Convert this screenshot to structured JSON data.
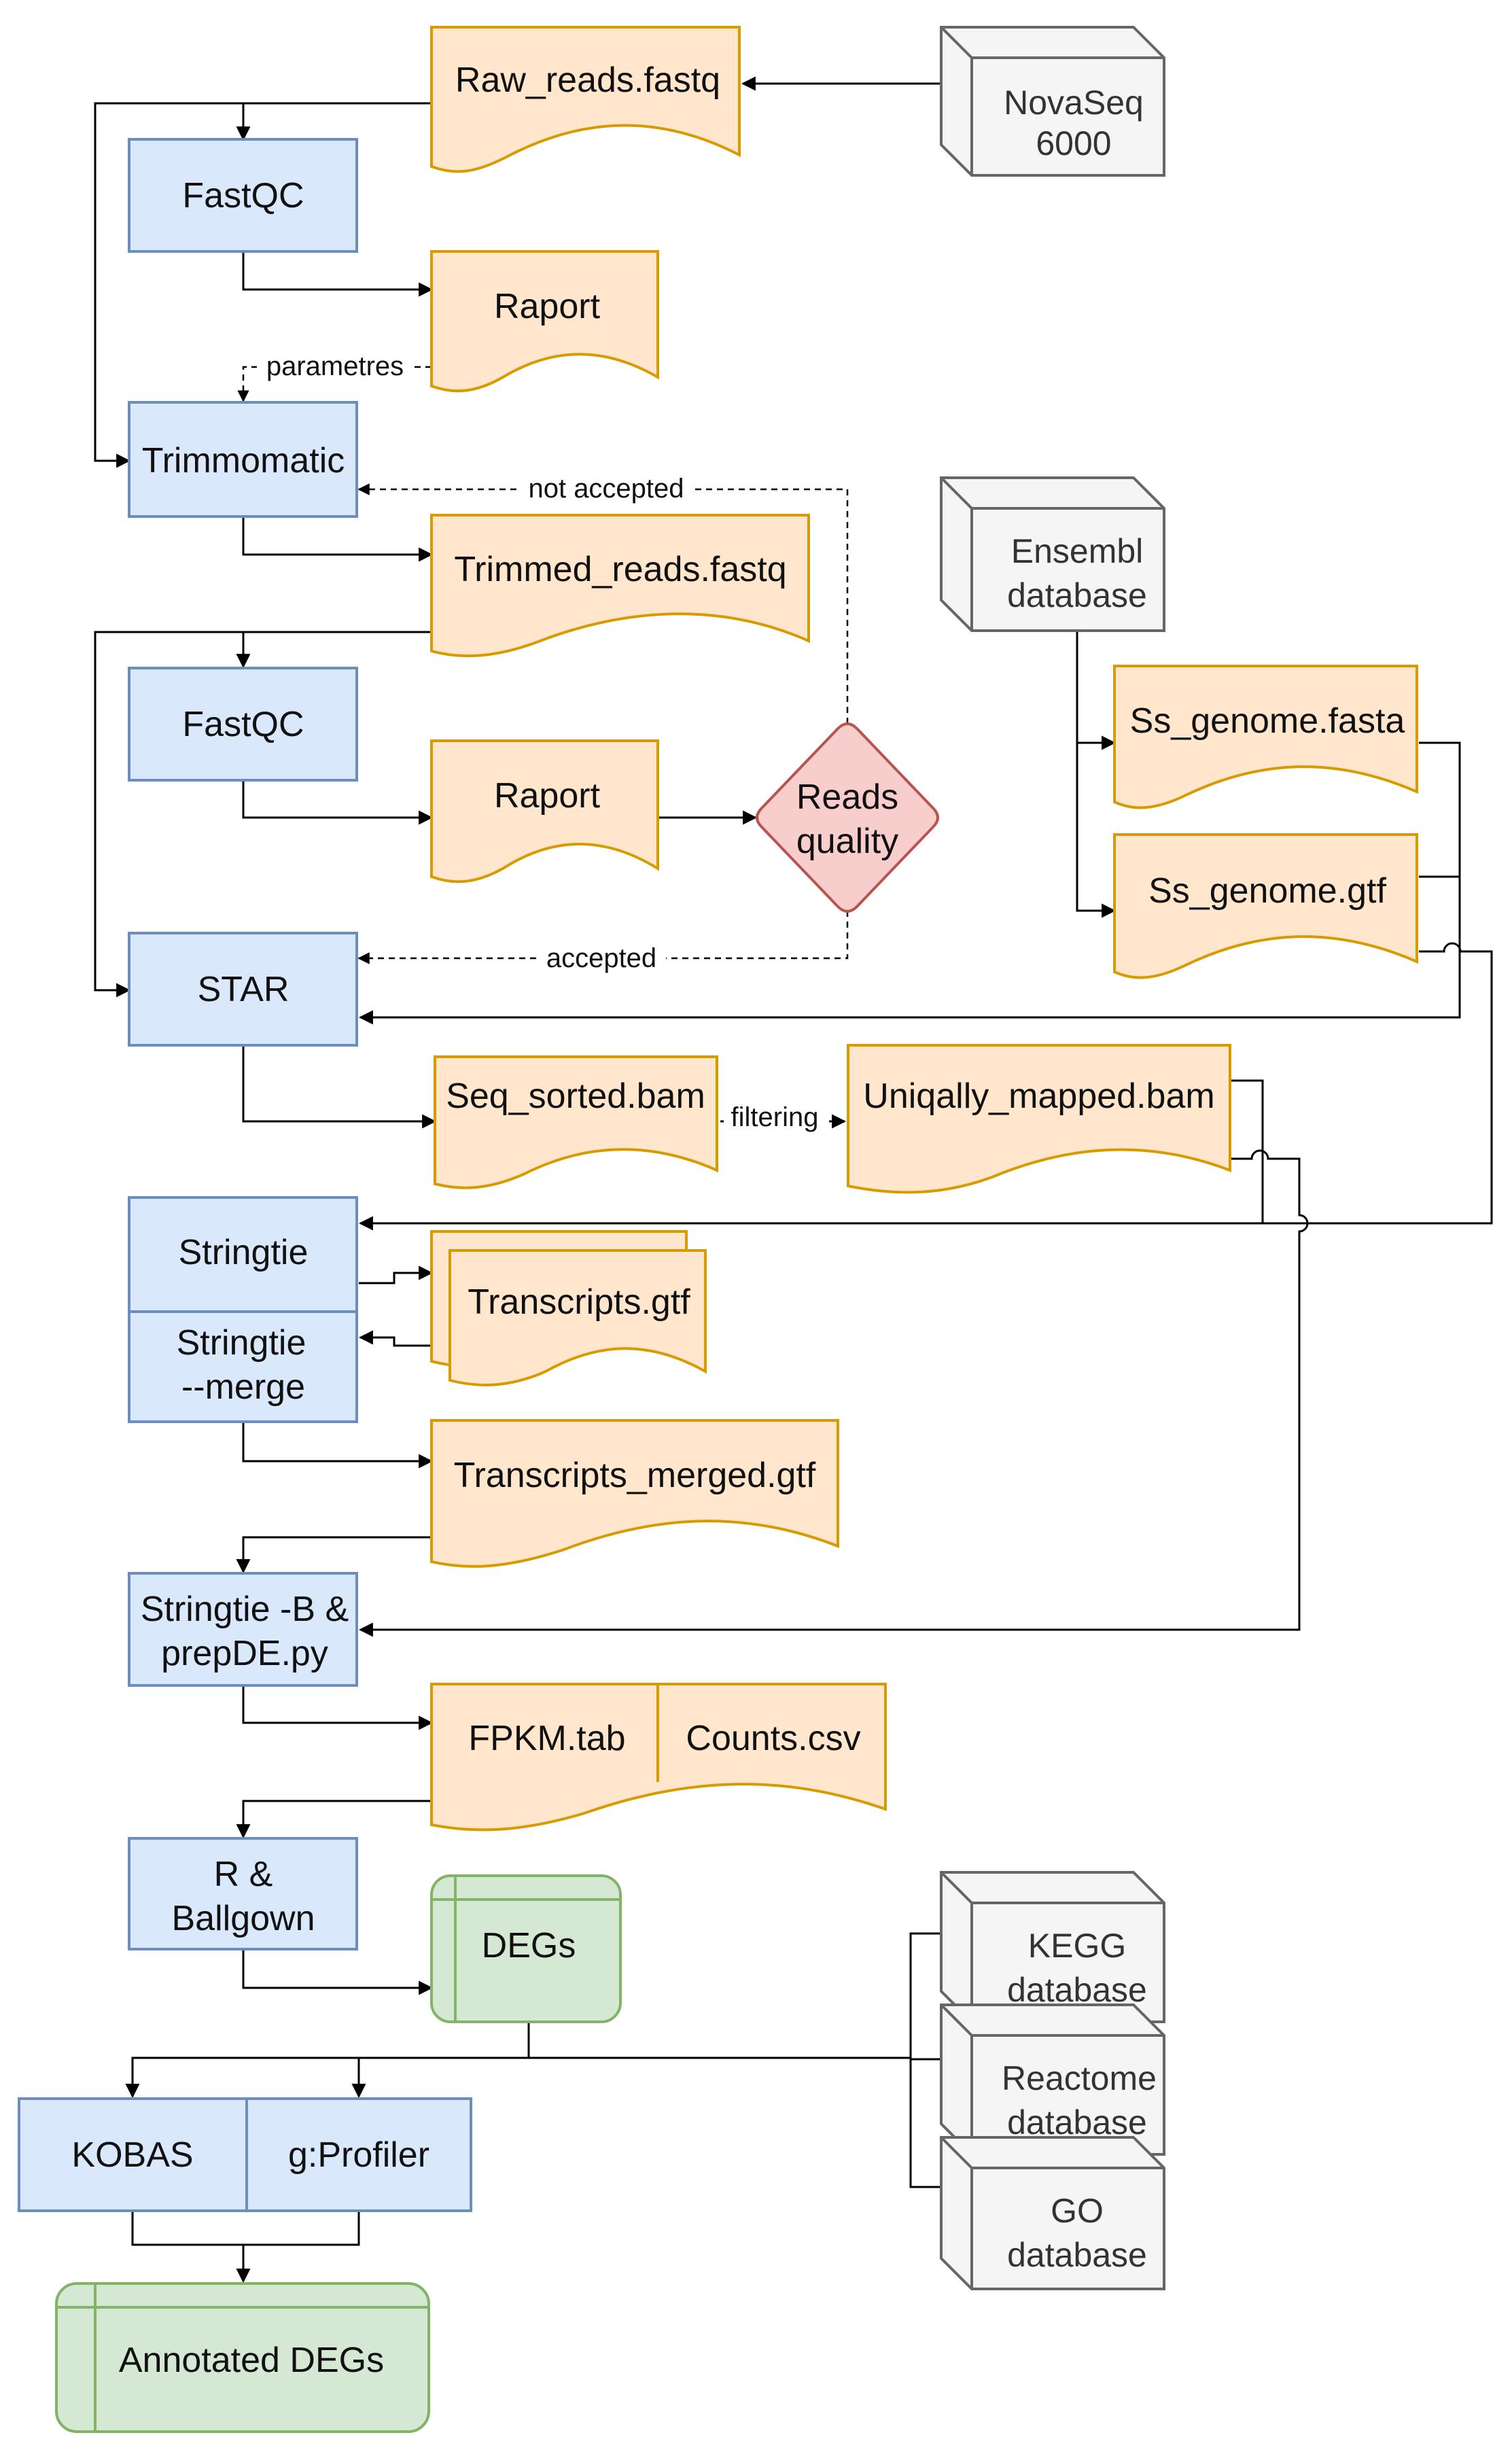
{
  "colors": {
    "process_fill": "#dae8fc",
    "process_stroke": "#6c8ebf",
    "document_fill": "#ffe6cc",
    "document_stroke": "#d79b00",
    "database_fill": "#f5f5f5",
    "database_stroke": "#666666",
    "decision_fill": "#f8cecc",
    "decision_stroke": "#b85450",
    "result_fill": "#d5e8d4",
    "result_stroke": "#82b366",
    "line": "#000000"
  },
  "processes": {
    "fastqc_1": "FastQC",
    "trimmomatic": "Trimmomatic",
    "fastqc_2": "FastQC",
    "star": "STAR",
    "stringtie": "Stringtie",
    "stringtie_merge": [
      "Stringtie",
      "--merge"
    ],
    "stringtie_b": [
      "Stringtie -B &",
      "prepDE.py"
    ],
    "r_ballgown": [
      "R &",
      "Ballgown"
    ],
    "kobas": "KOBAS",
    "gprofiler": "g:Profiler"
  },
  "documents": {
    "raw_reads": "Raw_reads.fastq",
    "raport_1": "Raport",
    "trimmed_reads": "Trimmed_reads.fastq",
    "raport_2": "Raport",
    "ss_genome_fasta": "Ss_genome.fasta",
    "ss_genome_gtf": "Ss_genome.gtf",
    "seq_sorted": "Seq_sorted.bam",
    "uniquely_mapped": "Uniqally_mapped.bam",
    "transcripts": "Transcripts.gtf",
    "transcripts_merged": "Transcripts_merged.gtf",
    "fpkm": "FPKM.tab",
    "counts": "Counts.csv"
  },
  "databases": {
    "novaseq": [
      "NovaSeq",
      "6000"
    ],
    "ensembl": [
      "Ensembl",
      "database"
    ],
    "kegg": [
      "KEGG",
      "database"
    ],
    "reactome": [
      "Reactome",
      "database"
    ],
    "go": [
      "GO",
      "database"
    ]
  },
  "decision": {
    "reads_quality": [
      "Reads",
      "quality"
    ]
  },
  "results": {
    "degs": "DEGs",
    "annotated_degs": "Annotated DEGs"
  },
  "edge_labels": {
    "parametres": "parametres",
    "not_accepted": "not accepted",
    "accepted": "accepted",
    "filtering": "filtering"
  }
}
